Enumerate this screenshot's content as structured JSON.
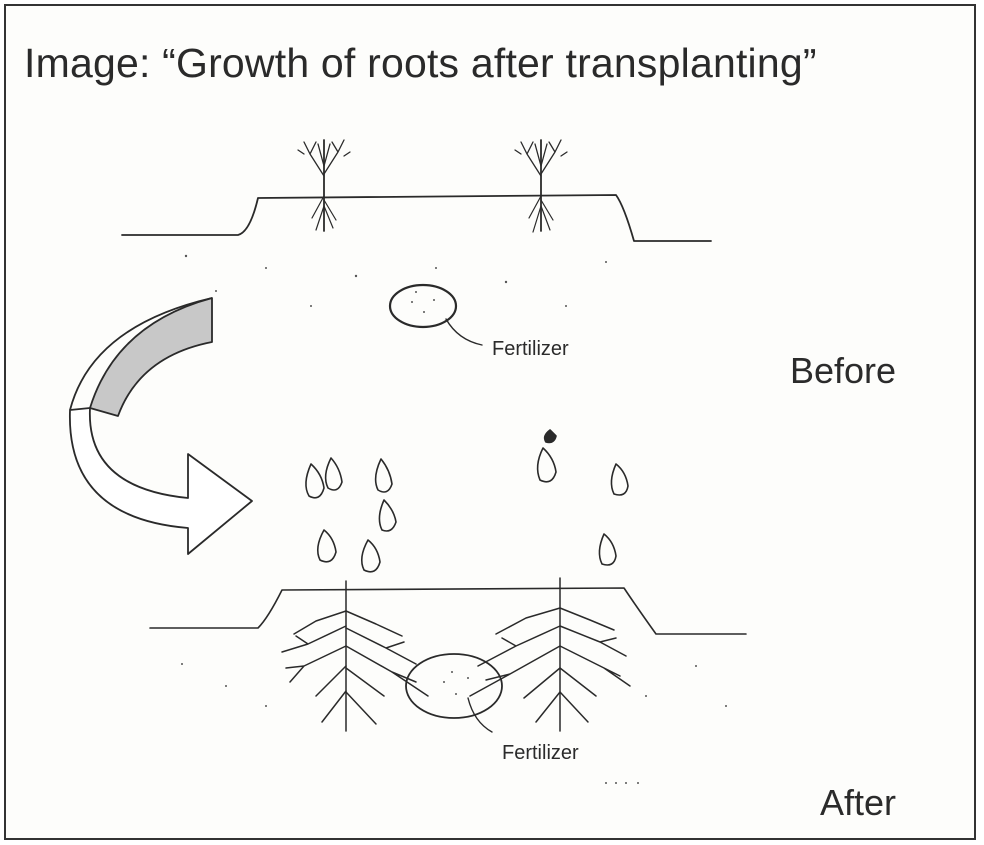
{
  "title": "Image: “Growth of roots after transplanting”",
  "labels": {
    "fertilizer_before": "Fertilizer",
    "fertilizer_after": "Fertilizer",
    "before": "Before",
    "after": "After"
  },
  "colors": {
    "line": "#2a2a2a",
    "arrow_fill": "#c8c8c8",
    "background": "#fdfdfb"
  },
  "icons": {
    "arrow": "curved-arrow-icon",
    "plant": "seedling-icon",
    "fertilizer": "fertilizer-patch-icon",
    "water": "water-drop-icon"
  }
}
